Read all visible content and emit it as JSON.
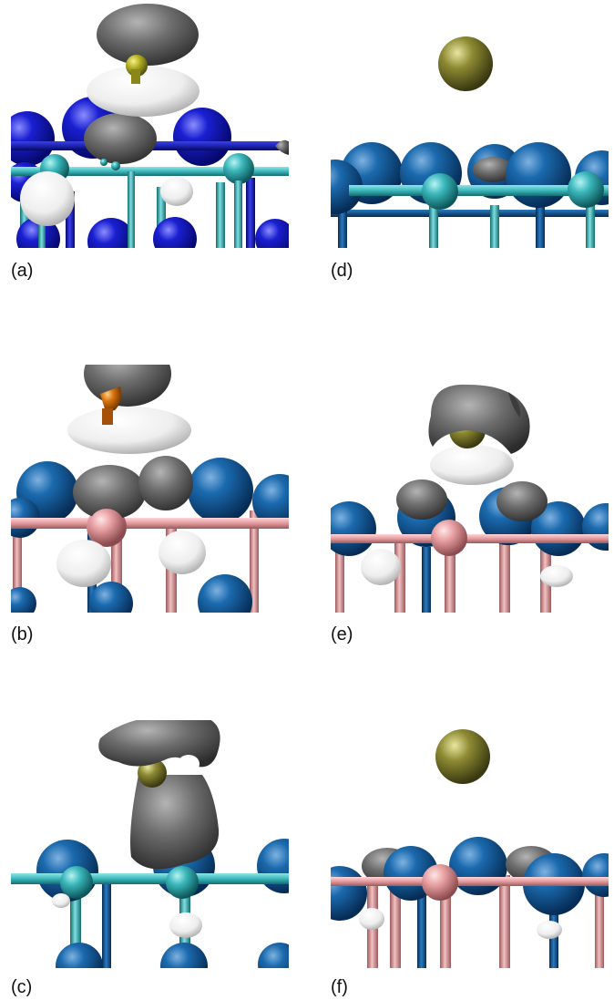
{
  "figure": {
    "panels": [
      {
        "id": "a",
        "label": "(a)",
        "adsorbate_color": "#b9b62a",
        "substrate_bond_color": "#3ec0c4",
        "substrate_atom_color": "#1a1fd1"
      },
      {
        "id": "b",
        "label": "(b)",
        "adsorbate_color": "#d8740c",
        "substrate_bond_color": "#e7a2a6",
        "substrate_atom_color": "#0f5696"
      },
      {
        "id": "c",
        "label": "(c)",
        "adsorbate_color": "#a7a13a",
        "substrate_bond_color": "#3ec0c4",
        "substrate_atom_color": "#0f5696"
      },
      {
        "id": "d",
        "label": "(d)",
        "adsorbate_color": "#8c8a35",
        "substrate_bond_color": "#3ec0c4",
        "substrate_atom_color": "#0f5696"
      },
      {
        "id": "e",
        "label": "(e)",
        "adsorbate_color": "#7d7a2e",
        "substrate_bond_color": "#e7a2a6",
        "substrate_atom_color": "#0f5696"
      },
      {
        "id": "f",
        "label": "(f)",
        "adsorbate_color": "#8c8a35",
        "substrate_bond_color": "#e7a2a6",
        "substrate_atom_color": "#0f5696"
      }
    ],
    "isosurface_colors": {
      "depletion": "#6a6a6a",
      "accumulation": "#eeeeee"
    }
  }
}
